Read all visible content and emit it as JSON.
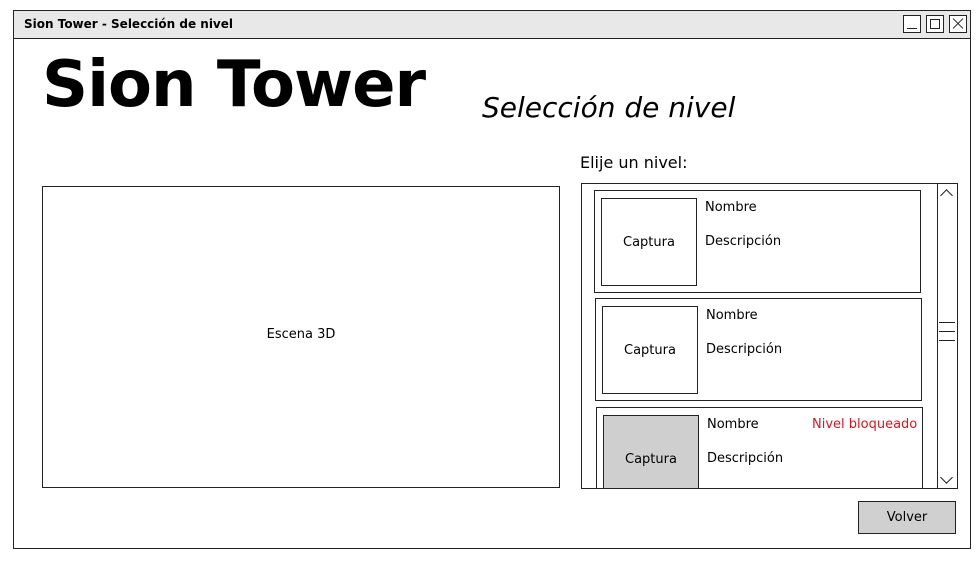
{
  "window": {
    "title": "Sion Tower - Selección de nivel",
    "controls": [
      "minimize-icon",
      "maximize-icon",
      "close-icon"
    ]
  },
  "header": {
    "title": "Sion Tower",
    "subtitle": "Selección de nivel"
  },
  "scene": {
    "label": "Escena 3D"
  },
  "level_select": {
    "prompt": "Elije un nivel:",
    "levels": [
      {
        "screenshot": "Captura",
        "name": "Nombre",
        "description": "Descripción",
        "locked": false
      },
      {
        "screenshot": "Captura",
        "name": "Nombre",
        "description": "Descripción",
        "locked": false
      },
      {
        "screenshot": "Captura",
        "name": "Nombre",
        "description": "Descripción",
        "locked": true,
        "locked_label": "Nivel bloqueado"
      }
    ]
  },
  "footer": {
    "back_label": "Volver"
  },
  "colors": {
    "locked_text": "#e0141e",
    "locked_thumb": "#cfcfcf",
    "button_bg": "#d0d0d0"
  }
}
